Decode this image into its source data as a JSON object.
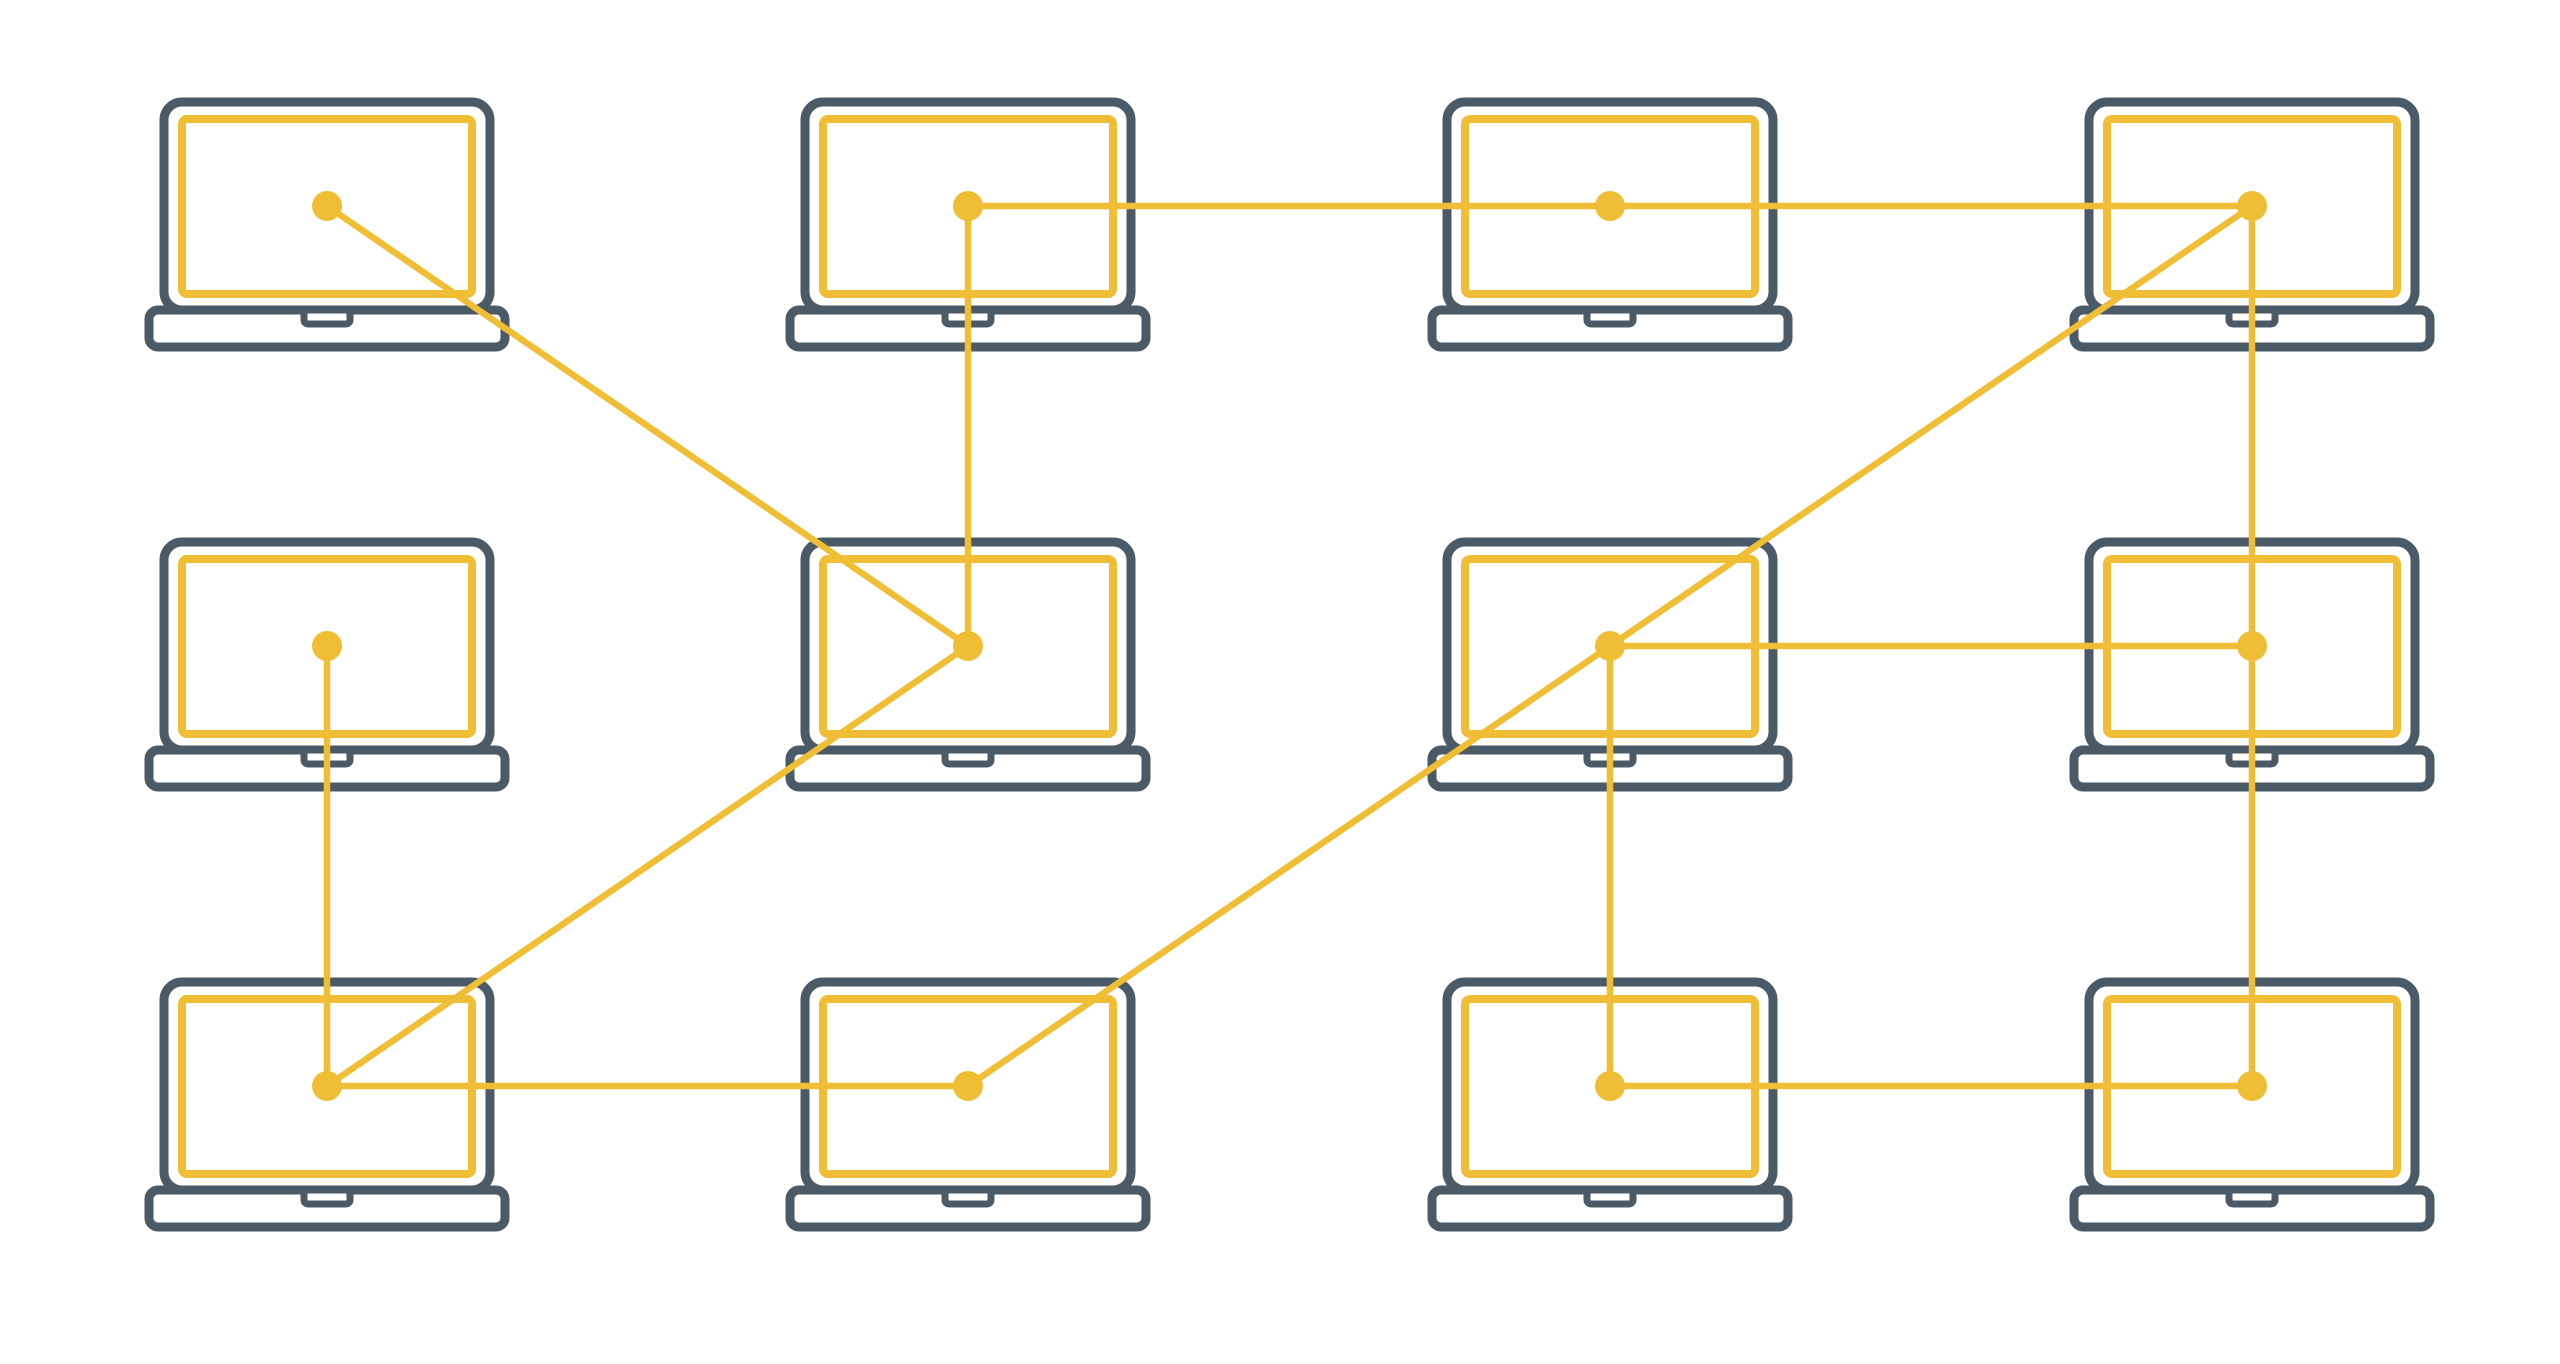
{
  "diagram": {
    "type": "network",
    "colors": {
      "device_outline": "#4a5a66",
      "screen": "#f0be35",
      "link": "#f0be35",
      "background": "#ffffff"
    },
    "grid": {
      "rows": 3,
      "columns": 4
    },
    "nodes": [
      {
        "id": "r1c1",
        "row": 1,
        "col": 1,
        "icon": "laptop-icon"
      },
      {
        "id": "r1c2",
        "row": 1,
        "col": 2,
        "icon": "laptop-icon"
      },
      {
        "id": "r1c3",
        "row": 1,
        "col": 3,
        "icon": "laptop-icon"
      },
      {
        "id": "r1c4",
        "row": 1,
        "col": 4,
        "icon": "laptop-icon"
      },
      {
        "id": "r2c1",
        "row": 2,
        "col": 1,
        "icon": "laptop-icon"
      },
      {
        "id": "r2c2",
        "row": 2,
        "col": 2,
        "icon": "laptop-icon"
      },
      {
        "id": "r2c3",
        "row": 2,
        "col": 3,
        "icon": "laptop-icon"
      },
      {
        "id": "r2c4",
        "row": 2,
        "col": 4,
        "icon": "laptop-icon"
      },
      {
        "id": "r3c1",
        "row": 3,
        "col": 1,
        "icon": "laptop-icon"
      },
      {
        "id": "r3c2",
        "row": 3,
        "col": 2,
        "icon": "laptop-icon"
      },
      {
        "id": "r3c3",
        "row": 3,
        "col": 3,
        "icon": "laptop-icon"
      },
      {
        "id": "r3c4",
        "row": 3,
        "col": 4,
        "icon": "laptop-icon"
      }
    ],
    "edges": [
      {
        "from": "r1c1",
        "to": "r2c2"
      },
      {
        "from": "r1c2",
        "to": "r1c3"
      },
      {
        "from": "r1c3",
        "to": "r1c4"
      },
      {
        "from": "r1c2",
        "to": "r2c2"
      },
      {
        "from": "r1c4",
        "to": "r2c3"
      },
      {
        "from": "r1c4",
        "to": "r2c4"
      },
      {
        "from": "r2c1",
        "to": "r3c1"
      },
      {
        "from": "r2c2",
        "to": "r3c1"
      },
      {
        "from": "r2c3",
        "to": "r2c4"
      },
      {
        "from": "r2c3",
        "to": "r3c2"
      },
      {
        "from": "r2c3",
        "to": "r3c3"
      },
      {
        "from": "r2c4",
        "to": "r3c4"
      },
      {
        "from": "r3c1",
        "to": "r3c2"
      },
      {
        "from": "r3c3",
        "to": "r3c4"
      }
    ]
  }
}
